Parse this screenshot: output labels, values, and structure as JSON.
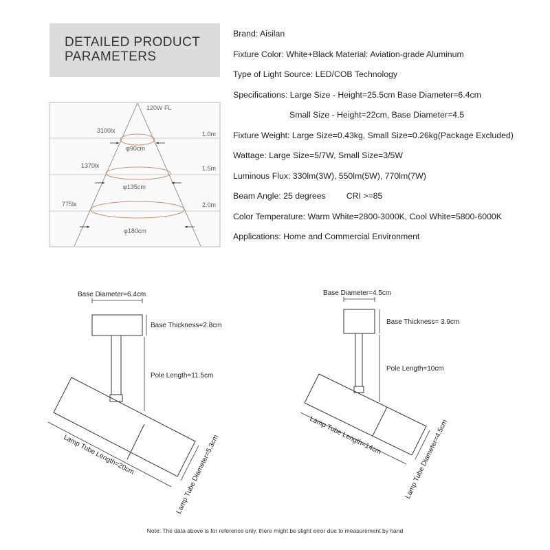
{
  "title": {
    "line1": "DETAILED PRODUCT",
    "line2": "PARAMETERS"
  },
  "specs": [
    "Brand: Aisilan",
    "Fixture Color: White+Black  Material: Aviation-grade Aluminum",
    "Type of Light Source: LED/COB Technology",
    "Specifications: Large Size - Height=25.5cm Base Diameter=6.4cm",
    "Small Size - Height=22cm, Base Diameter=4.5",
    "Fixture Weight: Large Size=0.43kg, Small Size=0.26kg(Package Excluded)",
    "Wattage: Large Size=5/7W, Small Size=3/5W",
    "Luminous Flux: 330lm(3W), 550lm(5W), 770lm(7W)",
    {
      "beam": "Beam Angle: 25 degrees",
      "cri": "CRI >=85"
    },
    "Color Temperature: Warm White=2800-3000K, Cool White=5800-6000K",
    "Applications: Home and Commercial Environment"
  ],
  "beam_diagram": {
    "header": "120W  FL",
    "rows": [
      {
        "lux": "3100lx",
        "distance": "1.0m",
        "diameter": "φ90cm"
      },
      {
        "lux": "1370lx",
        "distance": "1.5m",
        "diameter": "φ135cm"
      },
      {
        "lux": "775lx",
        "distance": "2.0m",
        "diameter": "φ180cm"
      }
    ]
  },
  "large_lamp": {
    "base_diameter": "Base Diameter=6.4cm",
    "base_thickness": "Base Thickness=2.8cm",
    "pole_length": "Pole Length=11.5cm",
    "tube_length": "Lamp Tube Length=20cm",
    "tube_diameter": "Lamp Tube Diameter=5.3cm"
  },
  "small_lamp": {
    "base_diameter": "Base Diameter=4.5cm",
    "base_thickness": "Base Thickness= 3.9cm",
    "pole_length": "Pole Length=10cm",
    "tube_length": "Lamp Tube Length=14cm",
    "tube_diameter": "Lamp Tube Diameter=4.5cm"
  },
  "note": "Note: The data above is for reference only, there might be slight error due to measurement by hand",
  "colors": {
    "title_bg": "#dcdcdc",
    "ring": "#c8957a",
    "line": "#333333",
    "grid": "#bbbbbb"
  }
}
